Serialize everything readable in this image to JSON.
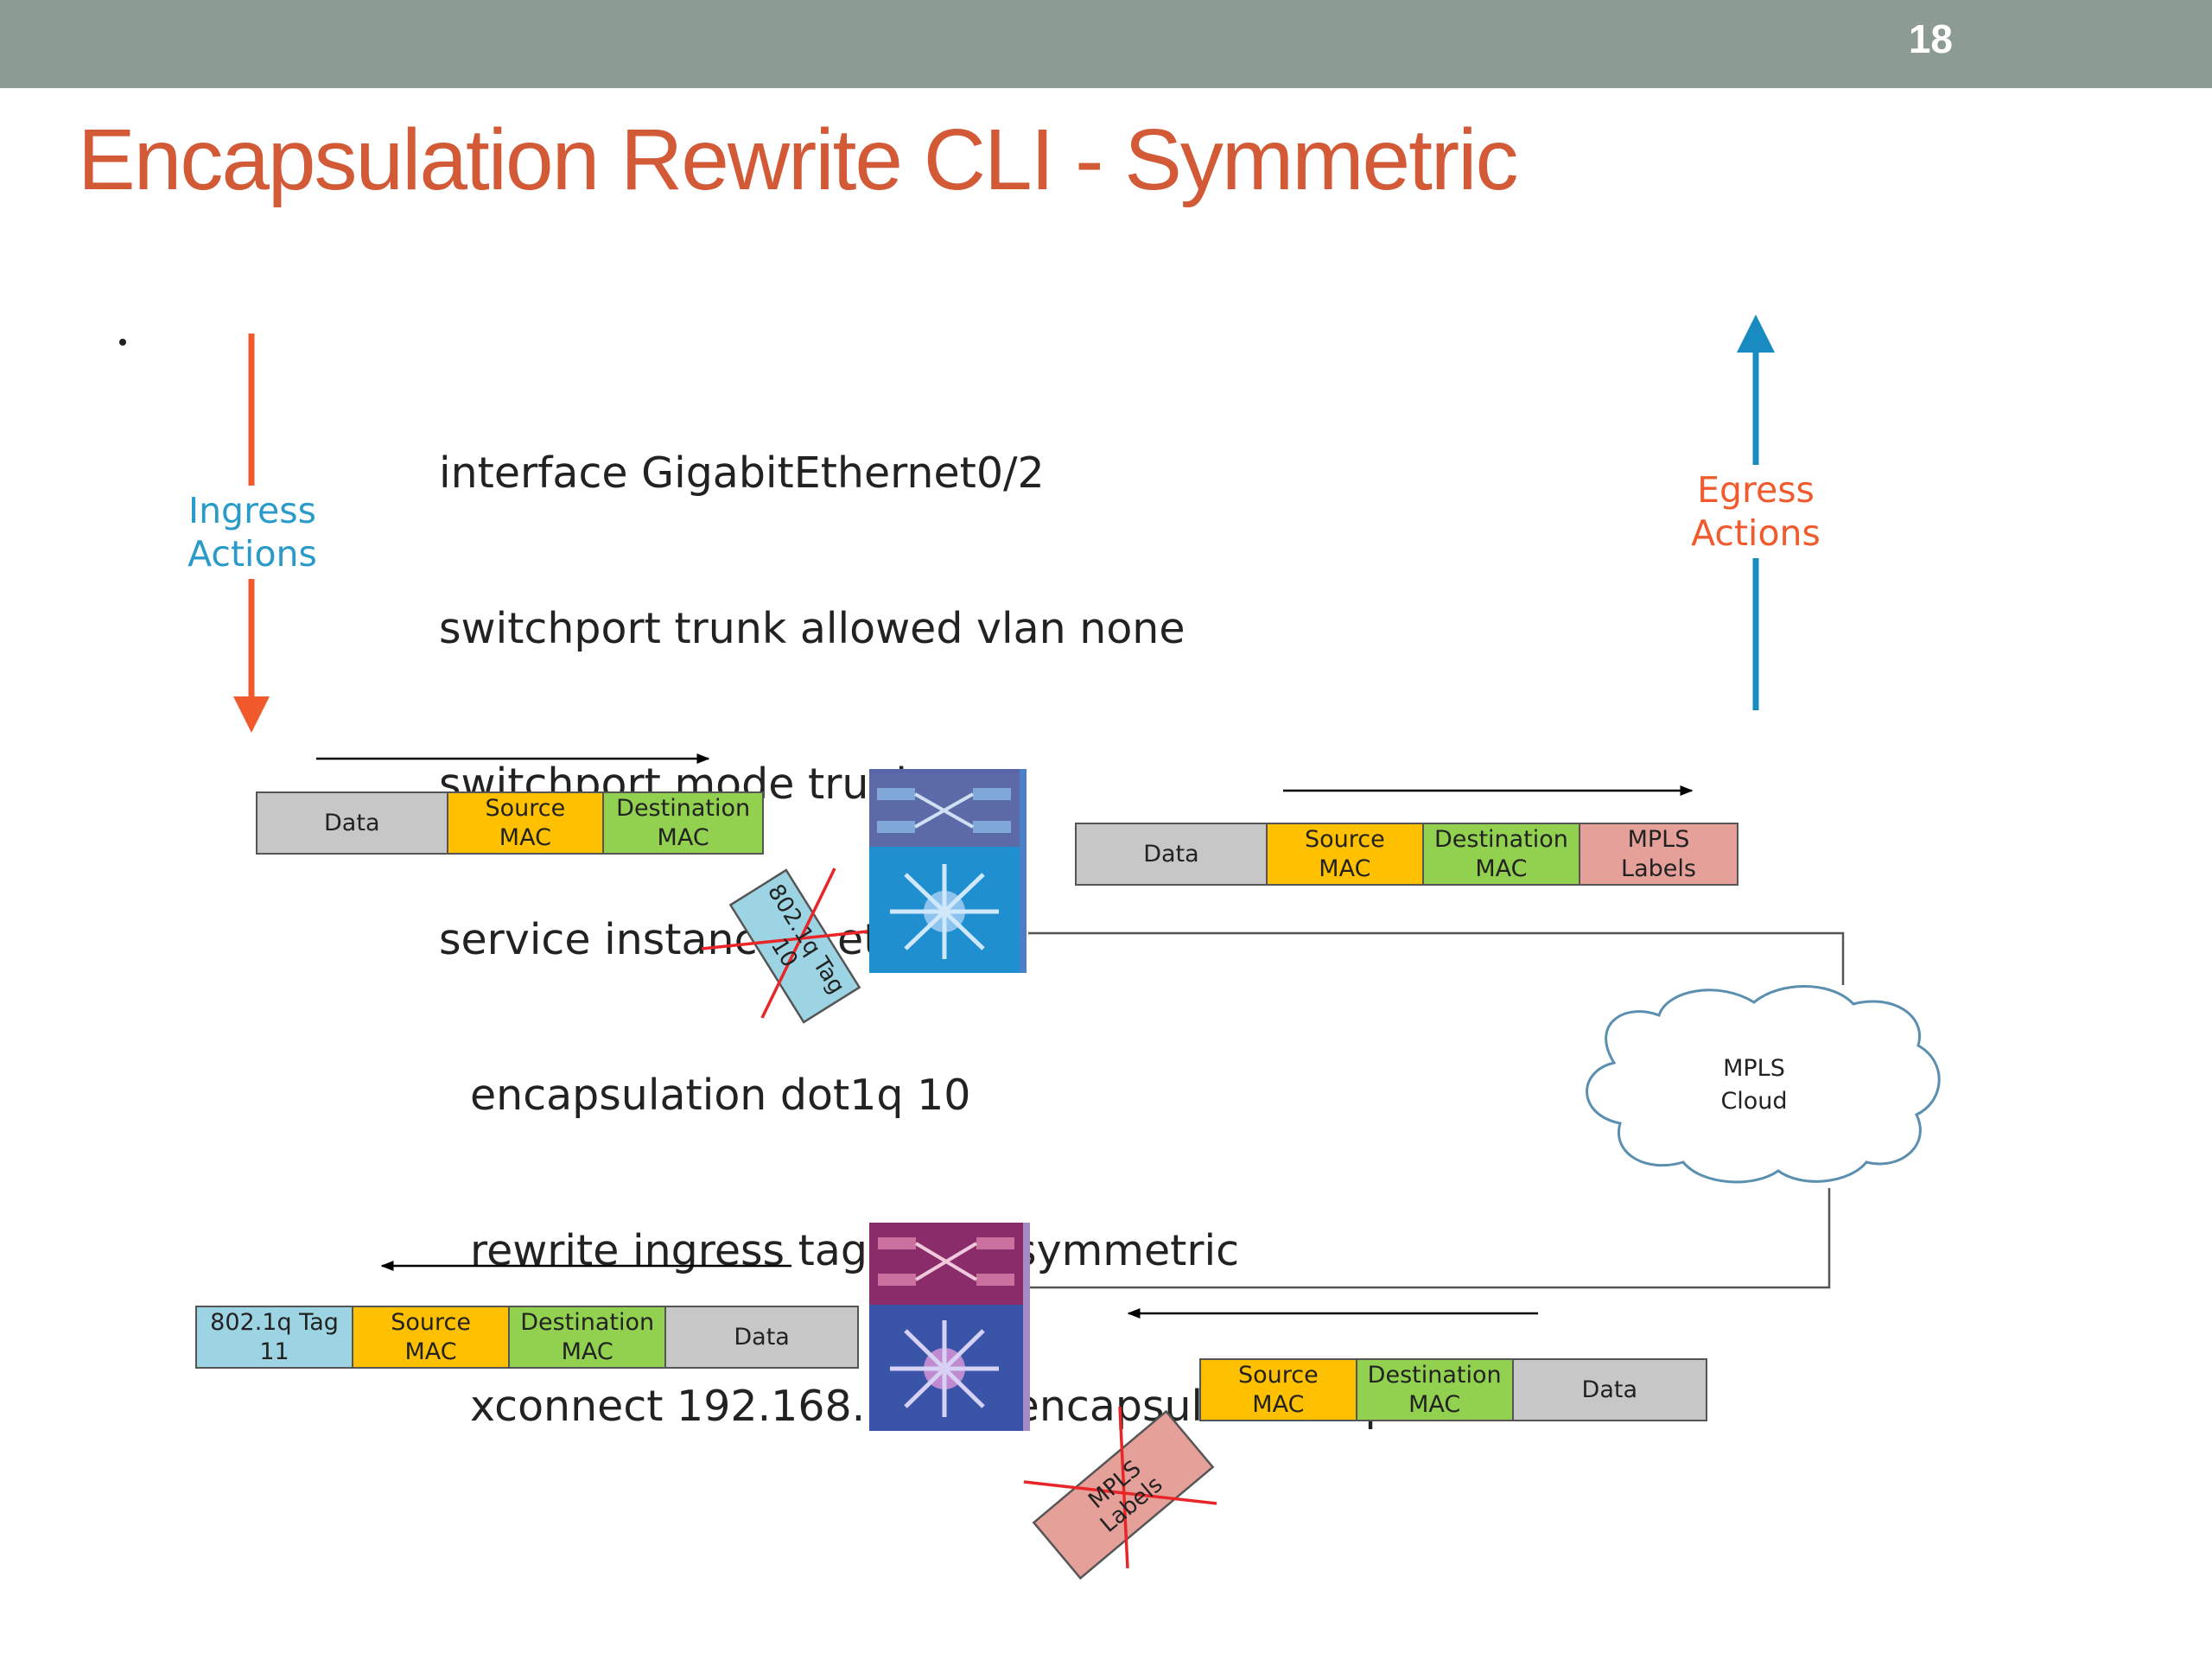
{
  "slide": {
    "number": "18",
    "title": "Encapsulation Rewrite CLI - Symmetric"
  },
  "cli_lines": [
    "interface GigabitEthernet0/2",
    "switchport trunk allowed vlan none",
    "switchport mode trunk",
    "service instance 6 ethernet",
    "encapsulation dot1q 10",
    "rewrite ingress tag pop 1 symmetric",
    "xconnect 192.168.1.1 33 encapsulation mpls"
  ],
  "labels": {
    "ingress": "Ingress\nActions",
    "egress": "Egress\nActions",
    "cloud": "MPLS\nCloud",
    "removed_tag": "802.1q Tag\n10",
    "removed_labels": "MPLS\nLabels"
  },
  "packets": {
    "ingress_in": [
      "Data",
      "Source\nMAC",
      "Destination\nMAC"
    ],
    "ingress_out": [
      "Data",
      "Source\nMAC",
      "Destination\nMAC",
      "MPLS\nLabels"
    ],
    "egress_in": [
      "Source\nMAC",
      "Destination\nMAC",
      "Data"
    ],
    "egress_out": [
      "802.1q Tag\n11",
      "Source\nMAC",
      "Destination\nMAC",
      "Data"
    ]
  },
  "colors": {
    "title": "#d35a36",
    "topbar": "#8d9c93",
    "ingress_arrow": "#f05a2c",
    "egress_arrow": "#1a8bc0",
    "data_cell": "#c7c7c7",
    "source_mac_cell": "#ffc000",
    "destination_mac_cell": "#92d050",
    "mpls_cell": "#e6a09a",
    "tag_cell": "#9dd4e3",
    "strike": "#e8262a"
  }
}
